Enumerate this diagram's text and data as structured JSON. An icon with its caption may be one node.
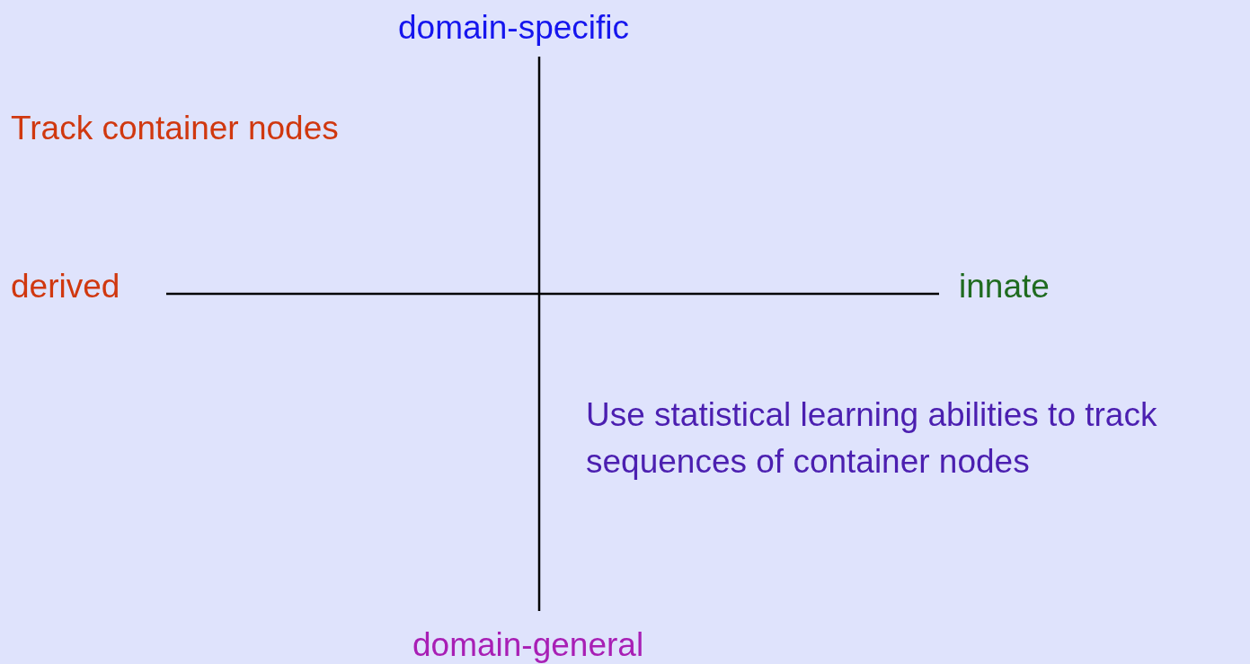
{
  "diagram": {
    "labels": [
      "domain-specific",
      "Track container nodes",
      "derived",
      "innate",
      "Use statistical learning abilities to track sequences of container nodes",
      "domain-general"
    ]
  }
}
